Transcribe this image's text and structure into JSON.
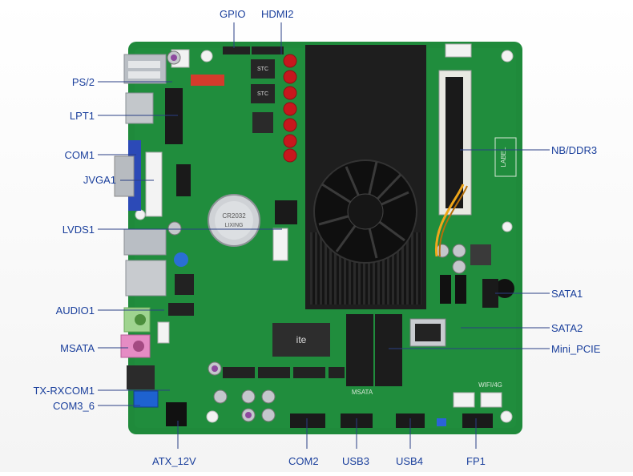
{
  "board": {
    "colors": {
      "pcb": "#1f8a3b",
      "pcb_dark": "#15692b",
      "label": "#1a3f9c",
      "heatsink": "#1b1b1b"
    },
    "labels": {
      "top_left": "GPIO",
      "top_right": "HDMI2",
      "left": [
        "PS/2",
        "LPT1",
        "COM1",
        "JVGA1",
        "LVDS1",
        "AUDIO1",
        "MSATA",
        "TX-RXCOM1",
        "COM3_6"
      ],
      "right": [
        "NB/DDR3",
        "SATA1",
        "SATA2",
        "Mini_PCIE"
      ],
      "bottom": [
        "ATX_12V",
        "COM2",
        "USB3",
        "USB4",
        "FP1"
      ]
    },
    "silkscreen": {
      "stc": "STC",
      "ite": "ite",
      "label_box": "LABEL",
      "msata": "MSATA",
      "wifi": "WIFI/4G",
      "battery": "CR2032",
      "battery_brand": "LIXING"
    }
  }
}
